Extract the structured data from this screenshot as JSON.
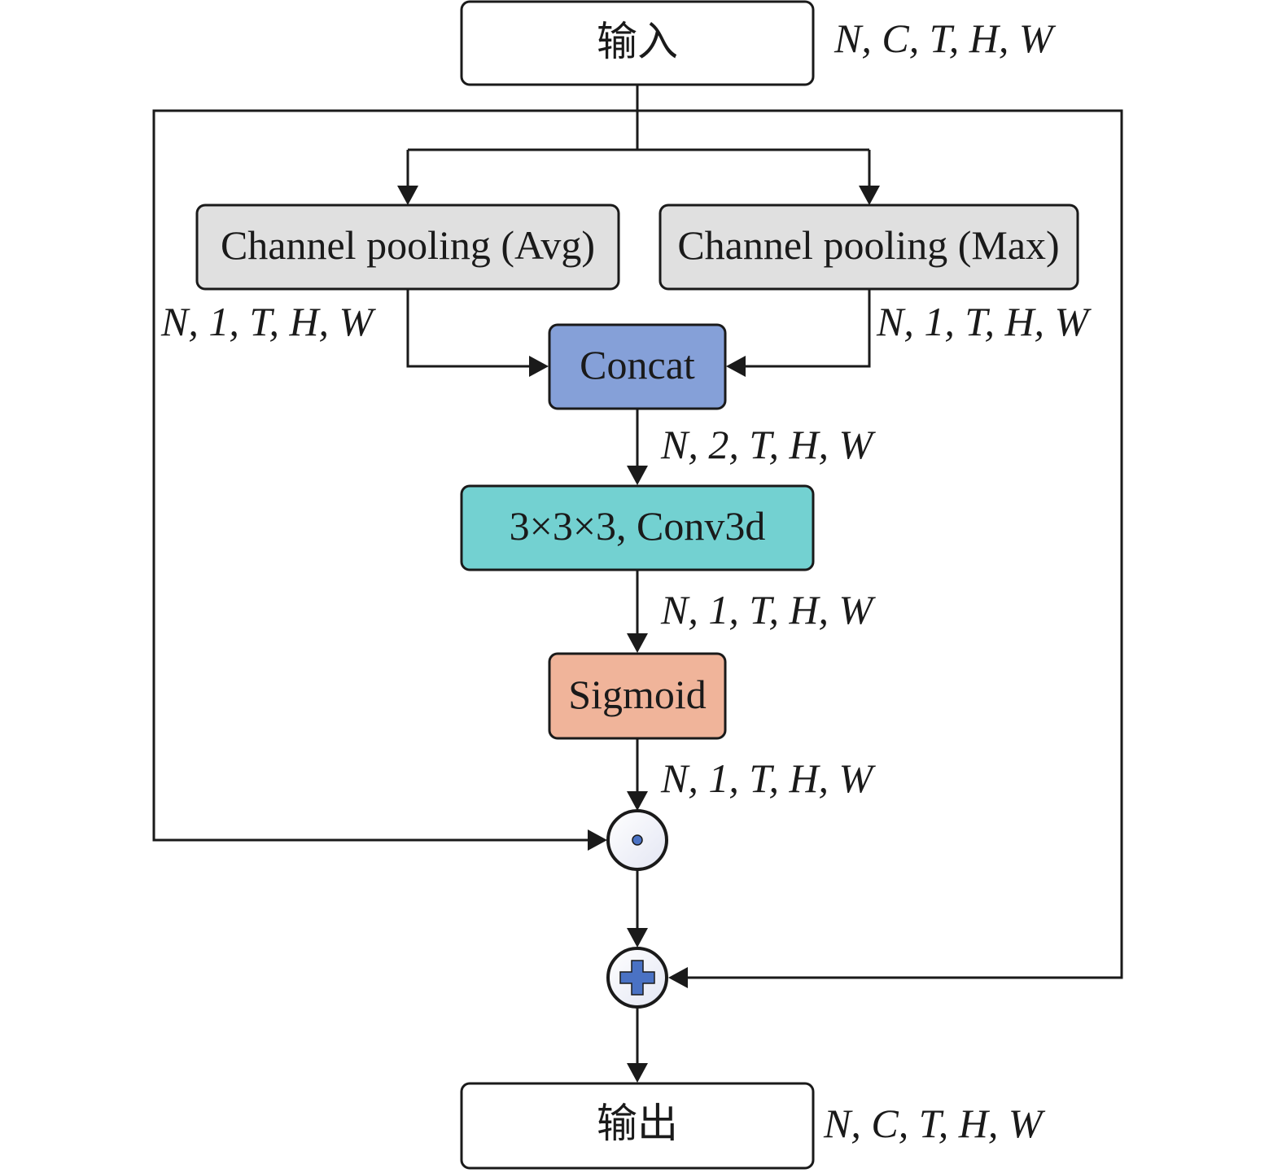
{
  "nodes": {
    "input": {
      "label": "输入",
      "shape": "N, C, T, H, W"
    },
    "avg_pool": {
      "label": "Channel pooling (Avg)",
      "shape": "N, 1, T, H, W",
      "color": "#e0e0e0"
    },
    "max_pool": {
      "label": "Channel pooling (Max)",
      "shape": "N, 1, T, H, W",
      "color": "#e0e0e0"
    },
    "concat": {
      "label": "Concat",
      "shape": "N, 2, T, H, W",
      "color": "#85a0d8"
    },
    "conv": {
      "label": "3×3×3, Conv3d",
      "shape": "N, 1, T, H, W",
      "color": "#73d1d1"
    },
    "sigmoid": {
      "label": "Sigmoid",
      "shape": "N, 1, T, H, W",
      "color": "#f0b49a"
    },
    "multiply": {
      "symbol": "element-wise-multiply"
    },
    "add": {
      "symbol": "element-wise-add"
    },
    "output": {
      "label": "输出",
      "shape": "N, C, T, H, W"
    }
  },
  "colors": {
    "stroke": "#1a1a1a",
    "operator_fill": "#eef0f8",
    "operator_glyph": "#4a72c4"
  }
}
